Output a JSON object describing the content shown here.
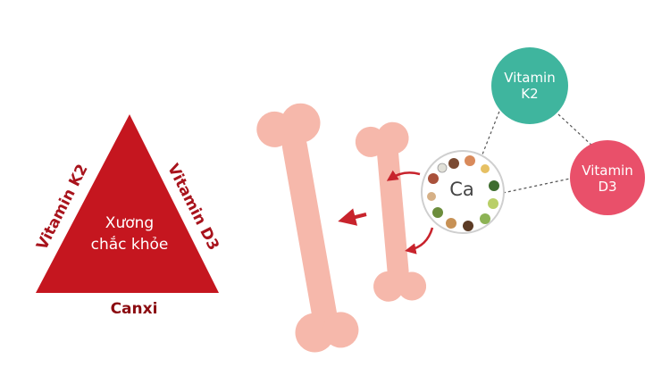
{
  "triangle": {
    "center_line1": "Xương",
    "center_line2": "chắc khỏe",
    "left_side": "Vitamin K2",
    "right_side": "Vitamin D3",
    "base": "Canxi"
  },
  "calcium_circle": {
    "label": "Ca"
  },
  "vitamin_k2": {
    "line1": "Vitamin",
    "line2": "K2"
  },
  "vitamin_d3": {
    "line1": "Vitamin",
    "line2": "D3"
  },
  "colors": {
    "triangle_fill": "#c5161f",
    "bone": "#f6b8ab",
    "arrow": "#c8232c",
    "k2_circle": "#3fb59e",
    "d3_circle": "#e9506a"
  }
}
